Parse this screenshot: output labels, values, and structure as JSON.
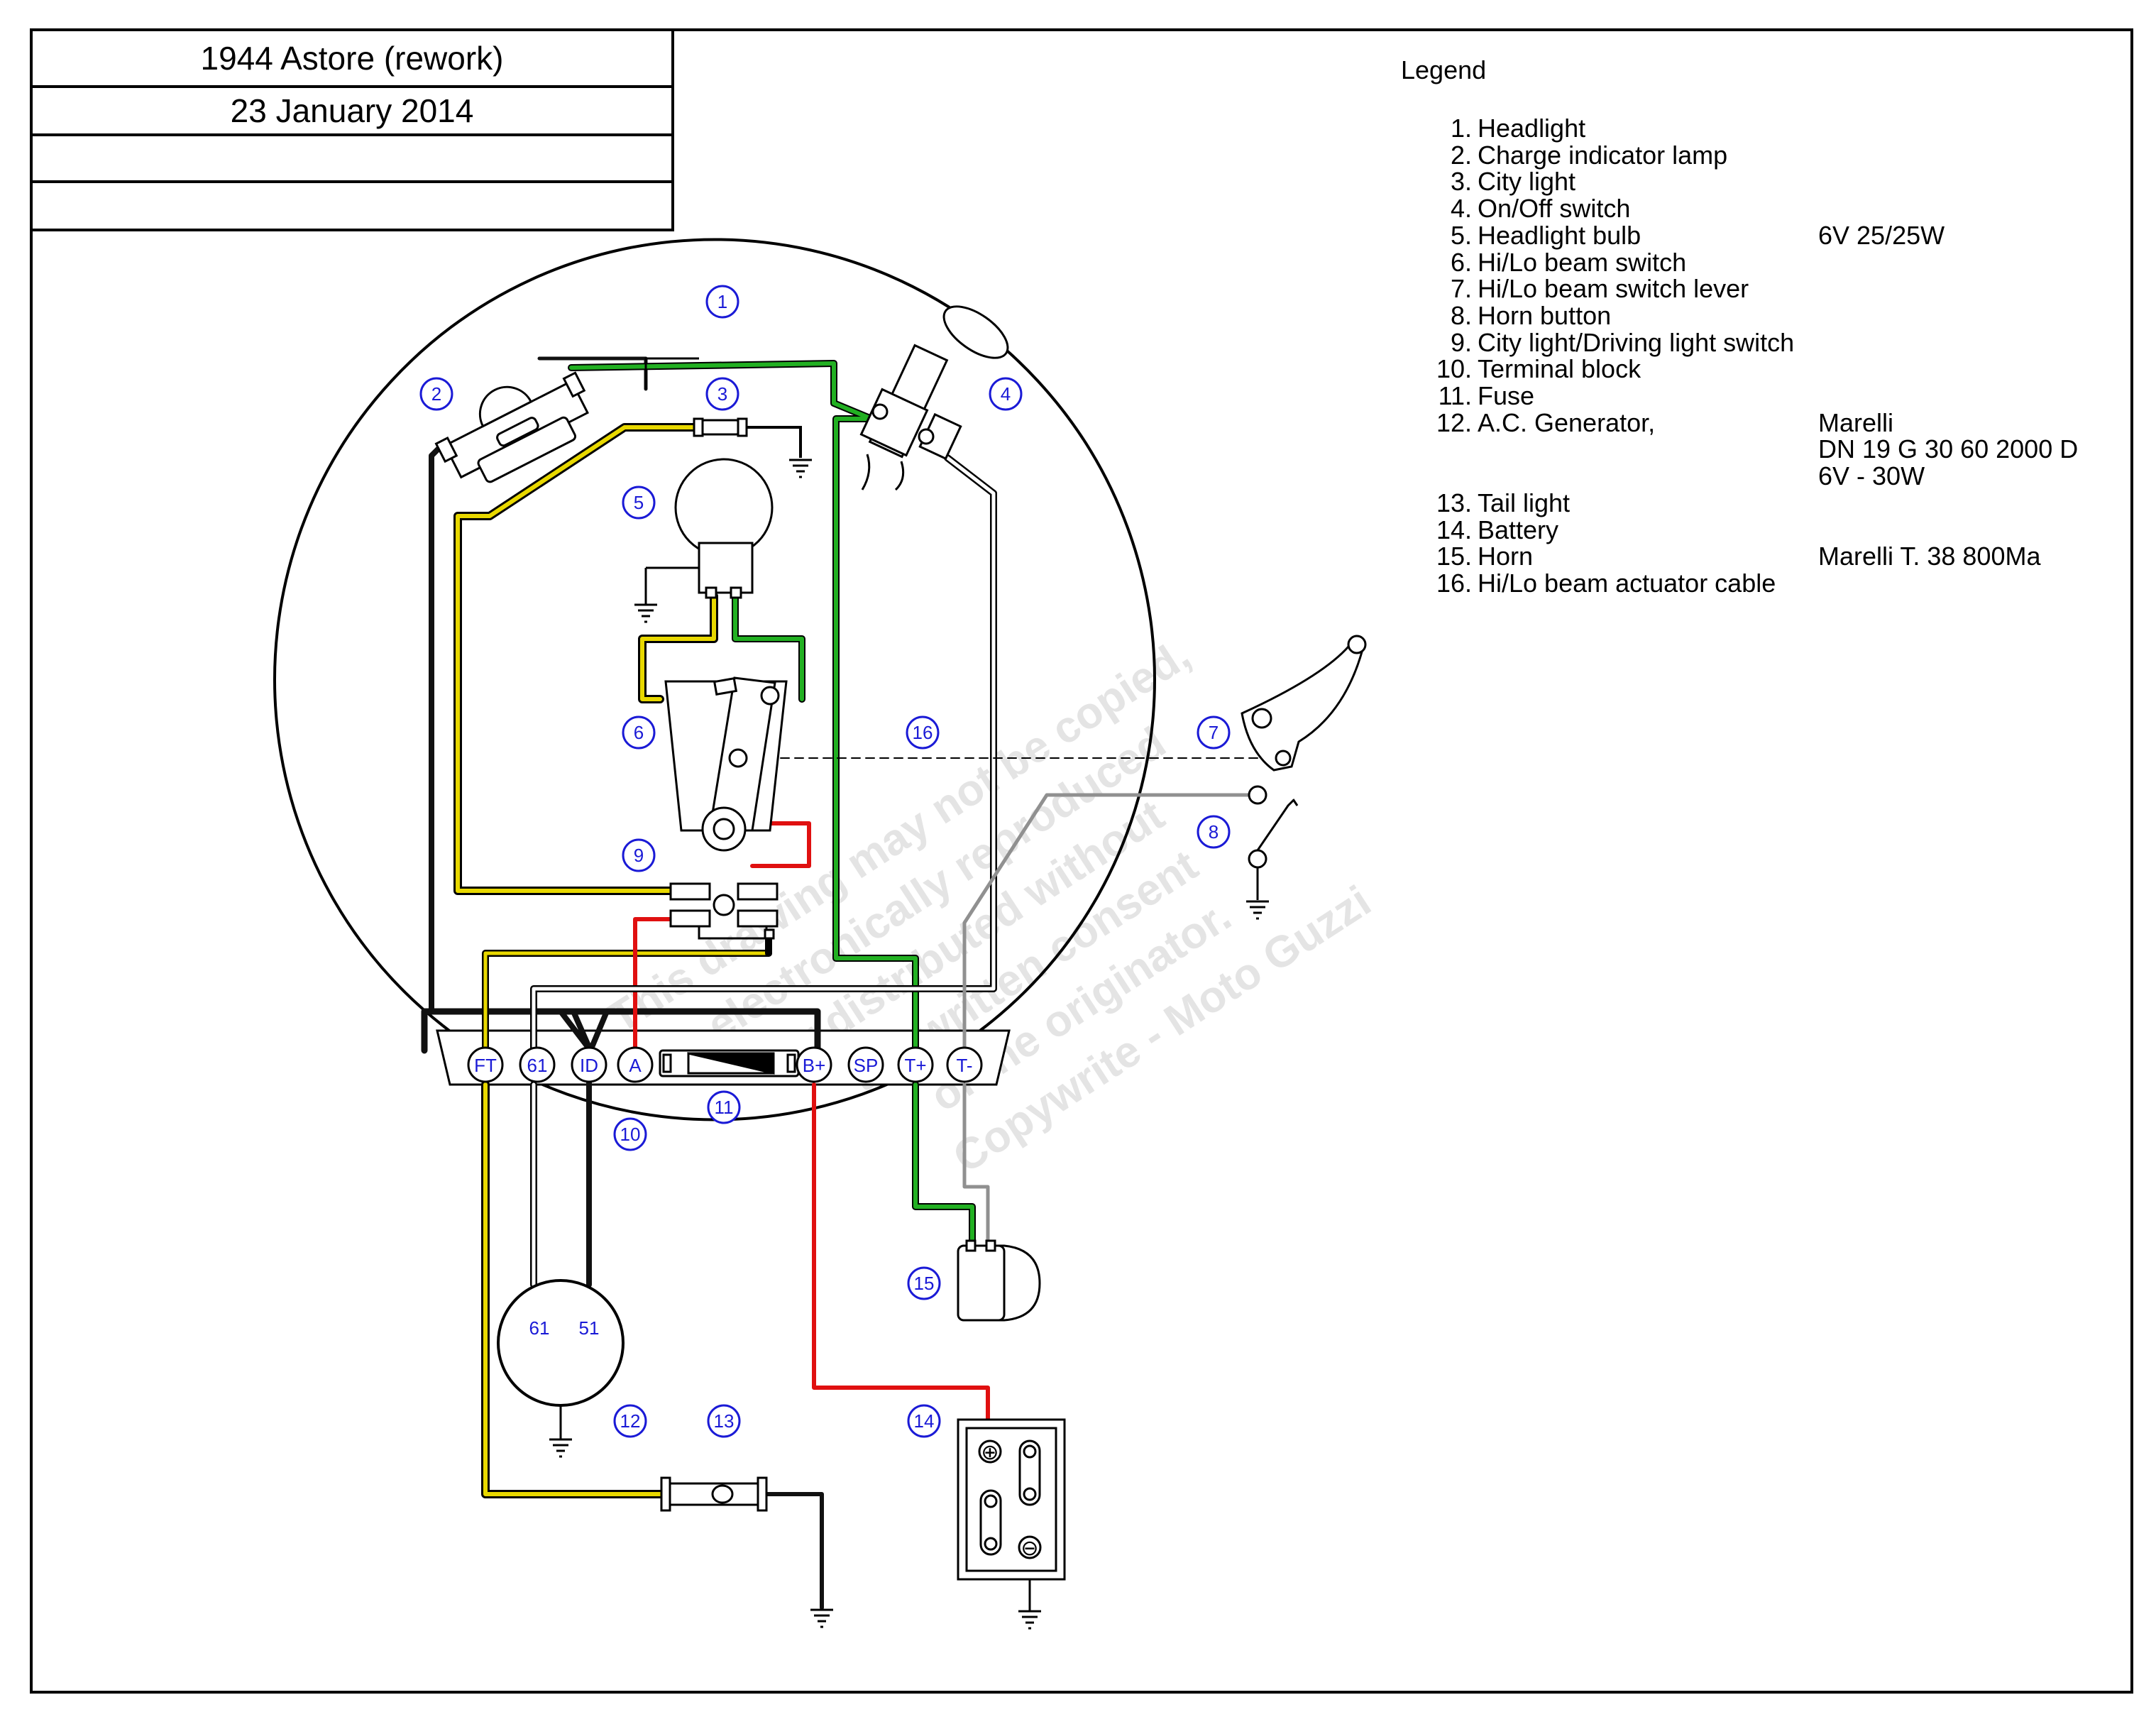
{
  "title_block": {
    "title": "1944 Astore (rework)",
    "date": "23 January 2014",
    "row3": "",
    "row4": ""
  },
  "legend": {
    "title": "Legend",
    "items": [
      {
        "num": "1.",
        "label": "Headlight",
        "spec": ""
      },
      {
        "num": "2.",
        "label": "Charge indicator lamp",
        "spec": ""
      },
      {
        "num": "3.",
        "label": "City light",
        "spec": ""
      },
      {
        "num": "4.",
        "label": "On/Off switch",
        "spec": ""
      },
      {
        "num": "5.",
        "label": "Headlight bulb",
        "spec": "6V 25/25W"
      },
      {
        "num": "6.",
        "label": "Hi/Lo beam switch",
        "spec": ""
      },
      {
        "num": "7.",
        "label": "Hi/Lo beam switch lever",
        "spec": ""
      },
      {
        "num": "8.",
        "label": "Horn button",
        "spec": ""
      },
      {
        "num": "9.",
        "label": "City light/Driving light switch",
        "spec": ""
      },
      {
        "num": "10.",
        "label": "Terminal block",
        "spec": ""
      },
      {
        "num": "11.",
        "label": "Fuse",
        "spec": ""
      },
      {
        "num": "12.",
        "label": "A.C. Generator,",
        "spec": "Marelli"
      },
      {
        "num": "",
        "label": "",
        "spec": "DN 19 G 30 60 2000 D"
      },
      {
        "num": "",
        "label": "",
        "spec": "6V - 30W"
      },
      {
        "num": "13.",
        "label": "Tail light",
        "spec": ""
      },
      {
        "num": "14.",
        "label": "Battery",
        "spec": ""
      },
      {
        "num": "15.",
        "label": "Horn",
        "spec": "Marelli T. 38 800Ma"
      },
      {
        "num": "16.",
        "label": "Hi/Lo beam actuator cable",
        "spec": ""
      }
    ]
  },
  "callouts": {
    "c1": "1",
    "c2": "2",
    "c3": "3",
    "c4": "4",
    "c5": "5",
    "c6": "6",
    "c7": "7",
    "c8": "8",
    "c9": "9",
    "c10": "10",
    "c11": "11",
    "c12": "12",
    "c13": "13",
    "c14": "14",
    "c15": "15",
    "c16": "16"
  },
  "terminals": {
    "ft": "FT",
    "t61": "61",
    "id": "ID",
    "a": "A",
    "bplus": "B+",
    "sp": "SP",
    "tplus": "T+",
    "tminus": "T-"
  },
  "generator": {
    "term_61": "61",
    "term_51": "51"
  },
  "battery": {
    "plus": "⊕",
    "minus": "⊖"
  },
  "watermark": {
    "line1": "This drawing may not be copied,",
    "line2": "electronically reproduced",
    "line3": "or distributed without",
    "line4": "the written consent",
    "line5": "of the originator.",
    "line6": "Copywrite - Moto Guzzi"
  },
  "colors": {
    "callout_blue": "#1a1ad6",
    "wire_green": "#22b022",
    "wire_yellow": "#e8d800",
    "wire_red": "#e01010",
    "wire_grey": "#909090",
    "wire_black": "#111111",
    "watermark": "#e4e4e4"
  }
}
